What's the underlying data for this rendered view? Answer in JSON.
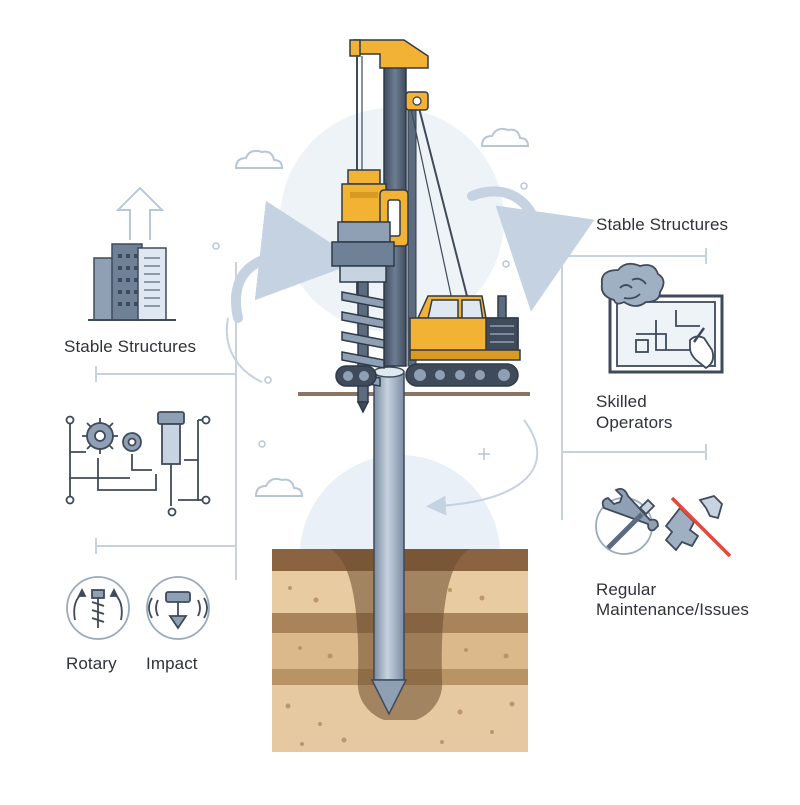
{
  "labels": {
    "left_stable_structures": "Stable Structures",
    "right_stable_structures": "Stable Structures",
    "skilled_line1": "Skilled",
    "skilled_line2": "Operators",
    "maintenance_line1": "Regular",
    "maintenance_line2": "Maintenance/Issues",
    "rotary": "Rotary",
    "impact": "Impact"
  },
  "icons": [
    "city-buildings-icon",
    "up-arrow-icon",
    "gears-control-icon",
    "rotary-drill-icon",
    "impact-hammer-icon",
    "brain-screen-icon",
    "wrench-screwdriver-icon",
    "broken-tool-icon",
    "cloud-icon"
  ],
  "colors": {
    "outline": "#3f4a5a",
    "steel": "#8fa0b4",
    "steel_dark": "#5c6b7d",
    "accent_yellow": "#f2b233",
    "soil_light": "#e8cba0",
    "soil_dark": "#8a6440",
    "connector": "#c7d2df",
    "danger": "#e2483c"
  }
}
